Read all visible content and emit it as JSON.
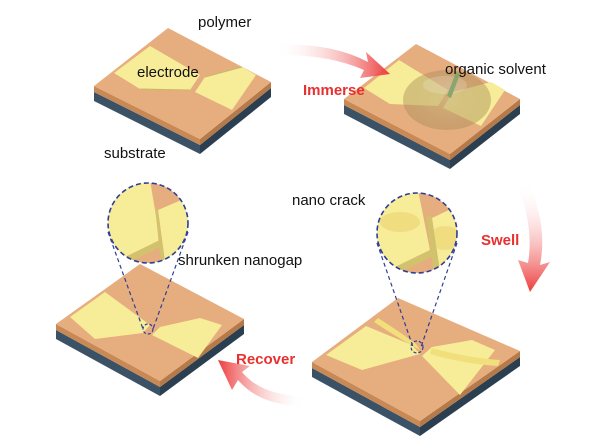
{
  "labels": {
    "polymer": "polymer",
    "electrode": "electrode",
    "substrate": "substrate",
    "organic_solvent": "organic solvent",
    "nano_crack": "nano crack",
    "shrunken_nanogap": "shrunken nanogap"
  },
  "steps": {
    "immerse": "Immerse",
    "swell": "Swell",
    "recover": "Recover"
  },
  "colors": {
    "step_label": "#e8312f",
    "arrow": "#ec3b3b",
    "polymer_top": "#e6ad7e",
    "electrode_top": "#f7ec98",
    "substrate_side": "#3b5266",
    "zoom_outline": "#2f3f93"
  }
}
